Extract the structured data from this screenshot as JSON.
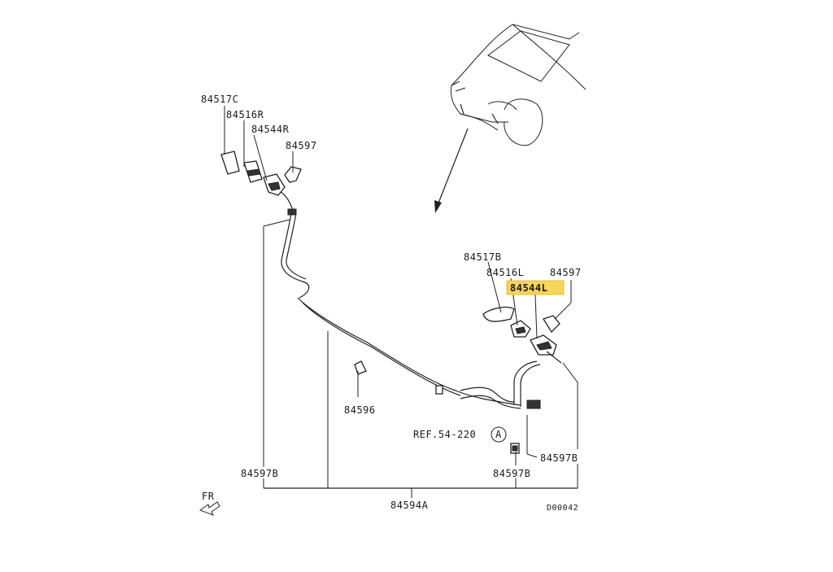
{
  "labels": {
    "p84517c": "84517C",
    "p84516r": "84516R",
    "p84544r": "84544R",
    "p84597_top": "84597",
    "p84517b": "84517B",
    "p84516l": "84516L",
    "p84597_right": "84597",
    "p84544l": "84544L",
    "p84596": "84596",
    "ref": "REF.54-220",
    "ref_circle": "A",
    "p84597b_left": "84597B",
    "p84597b_right": "84597B",
    "p84597b_bottom": "84597B",
    "p84594a": "84594A",
    "fr": "FR",
    "code": "D00042"
  },
  "colors": {
    "highlight": "#f7d45a",
    "ink": "#222222"
  }
}
